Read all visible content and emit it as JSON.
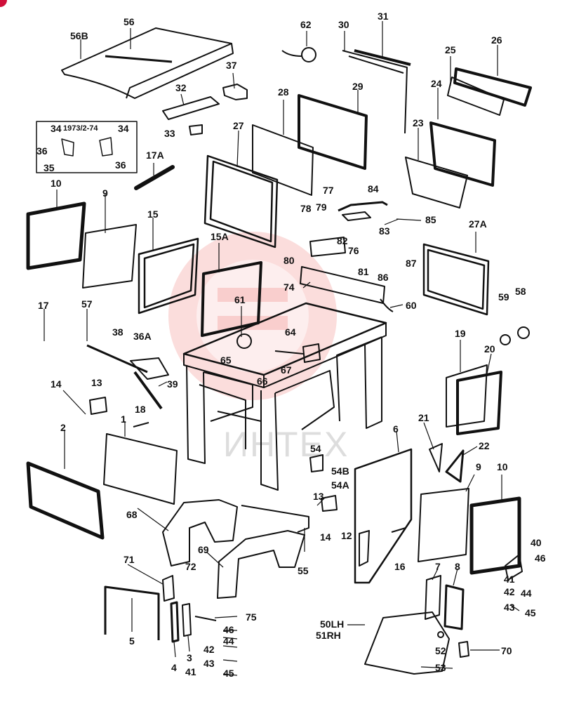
{
  "header_note": "1973/2-74",
  "watermark_text": "ИНТЕХ",
  "colors": {
    "line": "#111111",
    "watermark": "#e8423c",
    "badge": "#d0103a"
  },
  "labels": [
    "1",
    "2",
    "3",
    "4",
    "5",
    "6",
    "7",
    "8",
    "9",
    "9",
    "10",
    "10",
    "12",
    "13",
    "13",
    "14",
    "14",
    "15",
    "15A",
    "16",
    "17",
    "17A",
    "18",
    "19",
    "20",
    "21",
    "22",
    "23",
    "24",
    "25",
    "26",
    "27",
    "27A",
    "28",
    "29",
    "30",
    "31",
    "32",
    "33",
    "34",
    "34",
    "35",
    "36",
    "36",
    "36A",
    "37",
    "38",
    "39",
    "40",
    "41",
    "41",
    "42",
    "42",
    "43",
    "43",
    "44",
    "44",
    "45",
    "45",
    "46",
    "46",
    "50LH",
    "51RH",
    "52",
    "53",
    "54",
    "54A",
    "54B",
    "55",
    "56",
    "56B",
    "57",
    "58",
    "59",
    "60",
    "61",
    "62",
    "64",
    "65",
    "66",
    "67",
    "68",
    "69",
    "70",
    "71",
    "72",
    "74",
    "75",
    "76",
    "77",
    "78",
    "79",
    "80",
    "81",
    "82",
    "83",
    "84",
    "85",
    "86",
    "87"
  ]
}
